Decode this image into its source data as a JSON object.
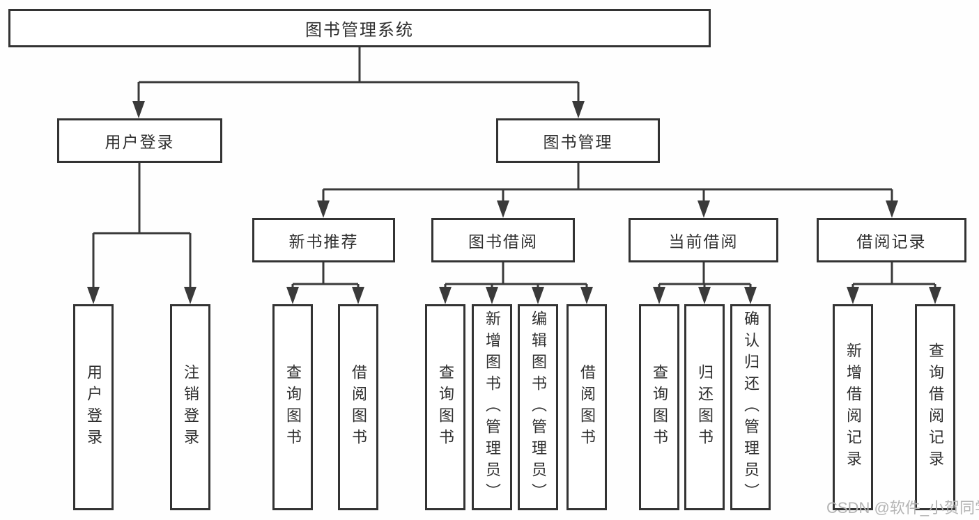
{
  "diagram": {
    "root": {
      "label": "图书管理系统"
    },
    "branches": {
      "user_login": {
        "label": "用户登录",
        "leaves": {
          "login": {
            "label": "用户登录"
          },
          "logout": {
            "label": "注销登录"
          }
        }
      },
      "book_mgmt": {
        "label": "图书管理",
        "sections": {
          "new_book": {
            "label": "新书推荐",
            "leaves": {
              "query": {
                "label": "查询图书"
              },
              "borrow": {
                "label": "借阅图书"
              }
            }
          },
          "book_borrow": {
            "label": "图书借阅",
            "leaves": {
              "query": {
                "label": "查询图书"
              },
              "add": {
                "label": "新增图书（管理员）"
              },
              "edit": {
                "label": "编辑图书（管理员）"
              },
              "borrow": {
                "label": "借阅图书"
              }
            }
          },
          "current_borrow": {
            "label": "当前借阅",
            "leaves": {
              "query": {
                "label": "查询图书"
              },
              "return": {
                "label": "归还图书"
              },
              "confirm": {
                "label": "确认归还（管理员）"
              }
            }
          },
          "borrow_record": {
            "label": "借阅记录",
            "leaves": {
              "add": {
                "label": "新增借阅记录"
              },
              "query": {
                "label": "查询借阅记录"
              }
            }
          }
        }
      }
    }
  },
  "watermark": {
    "text": "CSDN @软件_小贺同学"
  },
  "colors": {
    "line": "#3a3a3a",
    "box_border": "#333333",
    "text": "#2f2f2f",
    "watermark": "#b4b4b4",
    "background": "#ffffff"
  }
}
